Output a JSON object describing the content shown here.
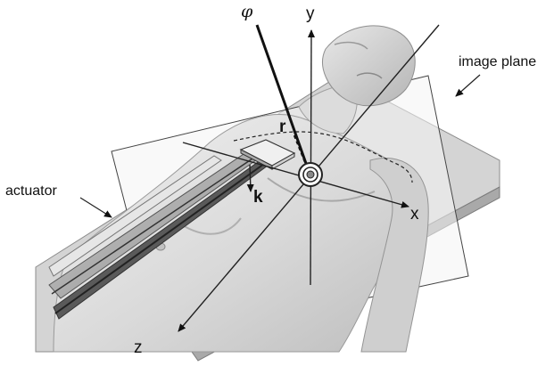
{
  "labels": {
    "phi": "φ",
    "y": "y",
    "image_plane": "image plane",
    "r": "r",
    "k": "k",
    "x": "x",
    "actuator": "actuator",
    "z": "z"
  }
}
